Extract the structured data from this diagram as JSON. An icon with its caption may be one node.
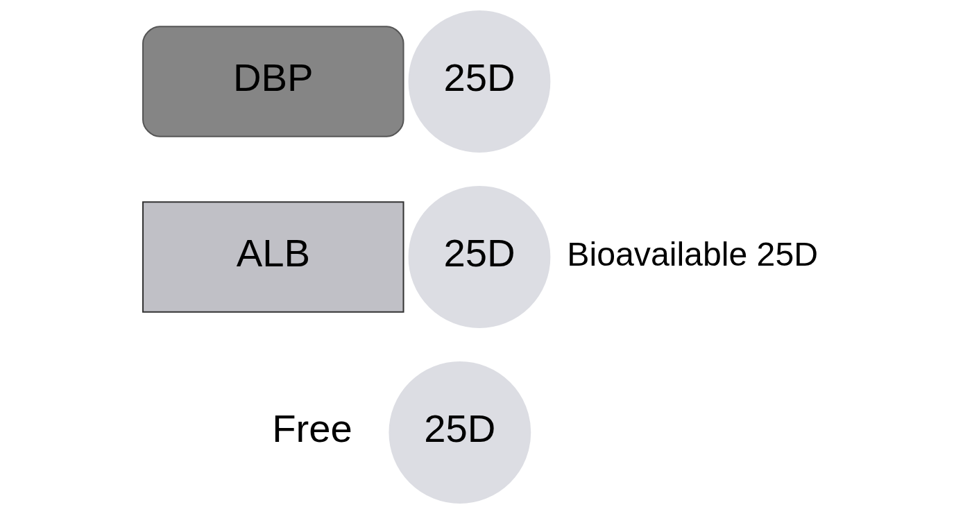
{
  "diagram": {
    "nodes": [
      {
        "text": [
          "DBP"
        ]
      },
      {
        "text": [
          "25D"
        ]
      },
      {
        "text": [
          "ALB"
        ]
      },
      {
        "text": [
          "25D"
        ]
      },
      {
        "text": [
          "25D"
        ],
        "beside": [
          "Free"
        ]
      }
    ],
    "edges": [],
    "labels": [
      "Bioavailable 25D"
    ]
  }
}
